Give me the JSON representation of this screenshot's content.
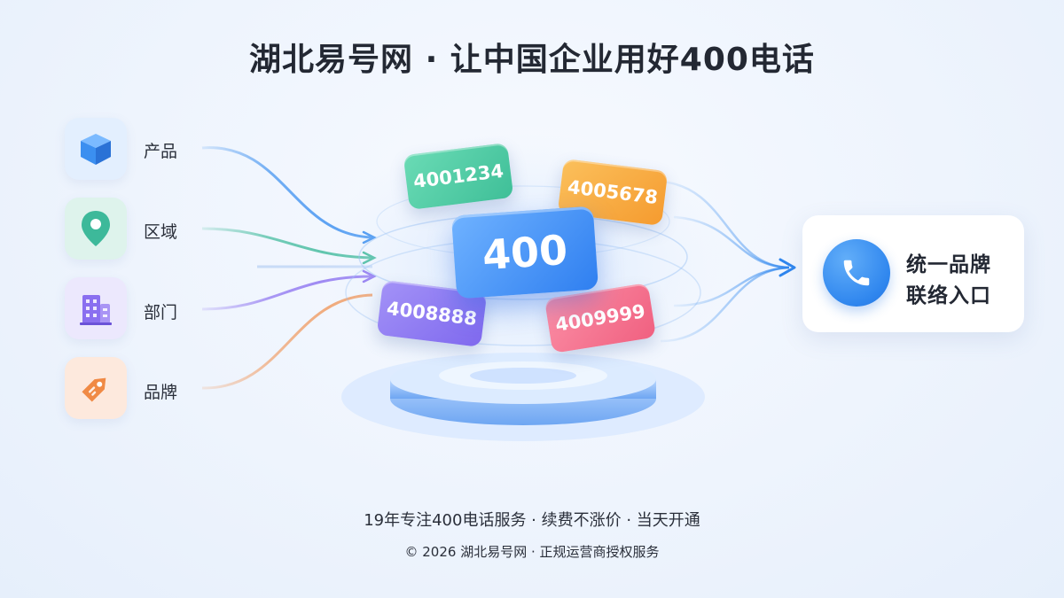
{
  "header": {
    "title": "湖北易号网 · 让中国企业用好400电话"
  },
  "categories": [
    {
      "label": "产品",
      "icon": "cube-icon",
      "color": "#3b8ff0"
    },
    {
      "label": "区域",
      "icon": "location-pin-icon",
      "color": "#3db99a"
    },
    {
      "label": "部门",
      "icon": "building-icon",
      "color": "#8a6ff0"
    },
    {
      "label": "品牌",
      "icon": "tag-icon",
      "color": "#f08a45"
    }
  ],
  "numbers": {
    "main": "400",
    "cards": [
      {
        "value": "4001234",
        "color": "#4cc9a2"
      },
      {
        "value": "4005678",
        "color": "#f9a83c"
      },
      {
        "value": "4008888",
        "color": "#8d78f2"
      },
      {
        "value": "4009999",
        "color": "#f4708c"
      }
    ]
  },
  "target": {
    "line1": "统一品牌",
    "line2": "联络入口",
    "icon": "phone-icon"
  },
  "footer": {
    "tagline": "19年专注400电话服务 · 续费不涨价 · 当天开通",
    "copyright": "© 2026 湖北易号网 · 正规运营商授权服务"
  },
  "colors": {
    "accent": "#2f86ee",
    "background": "#eef4fd"
  }
}
